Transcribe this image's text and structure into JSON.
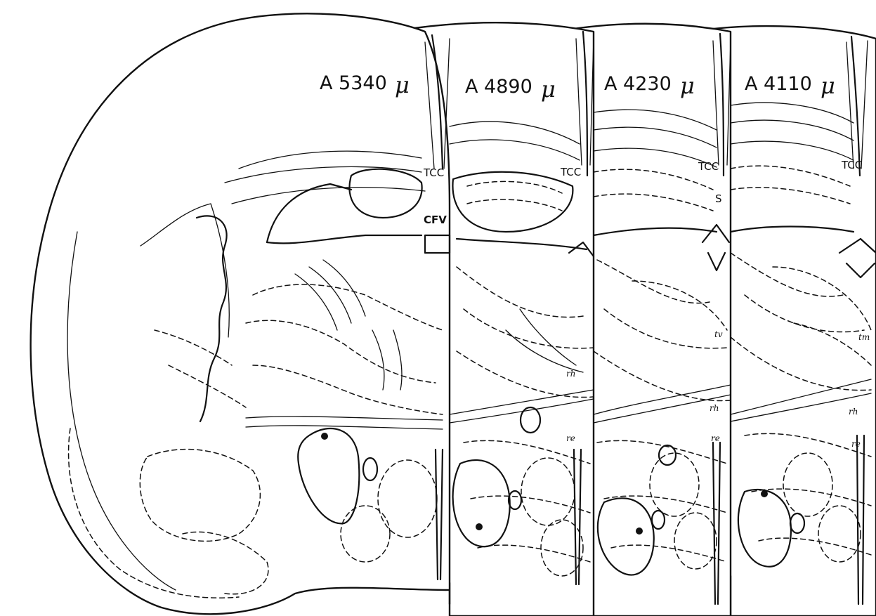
{
  "sections": [
    {
      "level": "A 5340",
      "unit": "μ",
      "labels": [
        "TCC",
        "CFV"
      ]
    },
    {
      "level": "A 4890",
      "unit": "μ",
      "labels": [
        "TCC",
        "rh",
        "re"
      ]
    },
    {
      "level": "A 4230",
      "unit": "μ",
      "labels": [
        "TCC",
        "S",
        "tv",
        "rh",
        "re"
      ]
    },
    {
      "level": "A 4110",
      "unit": "μ",
      "labels": [
        "TCC",
        "tm",
        "rh",
        "re"
      ]
    }
  ],
  "colors": {
    "ink": "#111111",
    "paper": "#ffffff"
  },
  "icons": {
    "lesion_marker": "filled-dot-icon"
  }
}
